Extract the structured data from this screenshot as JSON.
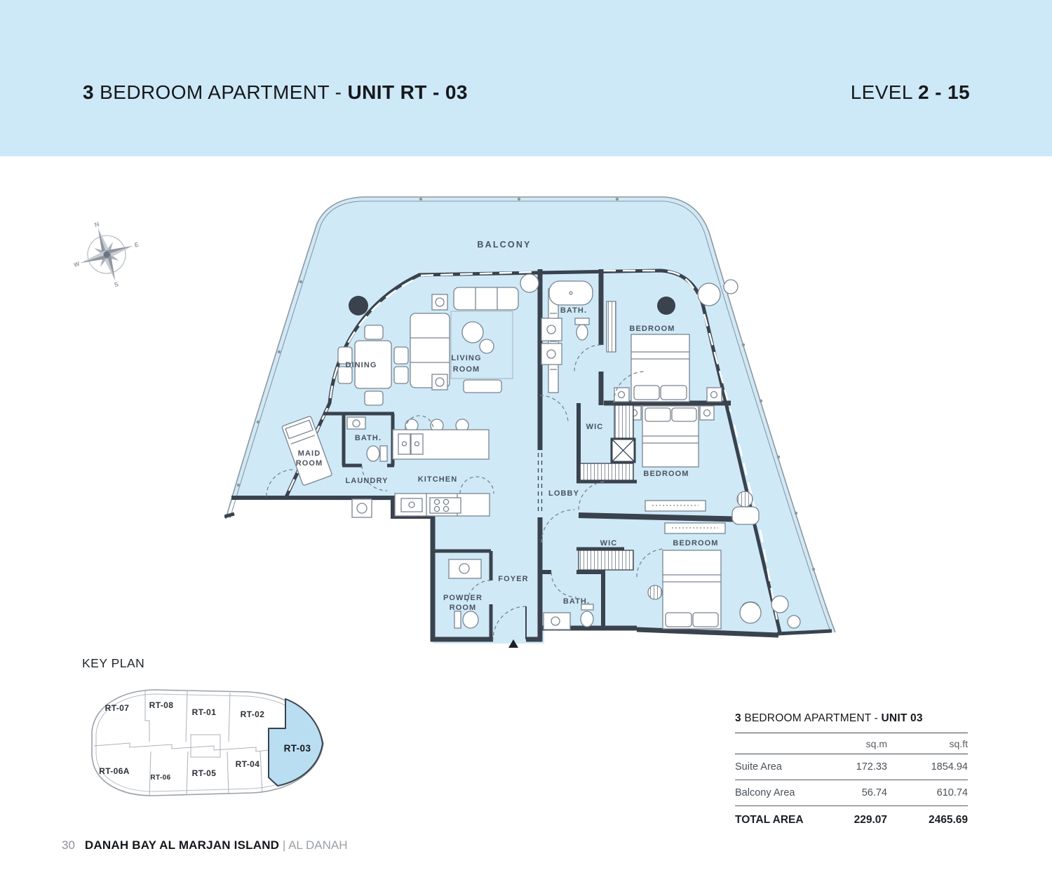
{
  "header": {
    "title_num": "3",
    "title_mid": " BEDROOM APARTMENT - ",
    "title_unit": "UNIT RT - 03",
    "level_word": "LEVEL ",
    "level_range": "2 - 15"
  },
  "compass": {
    "n": "N",
    "e": "E",
    "s": "S",
    "w": "W"
  },
  "floor_plan": {
    "rooms": {
      "balcony": "BALCONY",
      "dining": "DINING",
      "living1": "LIVING",
      "living2": "ROOM",
      "bath_top": "BATH.",
      "bedroom1": "BEDROOM",
      "wic1": "WIC",
      "bedroom2": "BEDROOM",
      "maid1": "MAID",
      "maid2": "ROOM",
      "bath_maid": "BATH.",
      "laundry": "LAUNDRY",
      "kitchen": "KITCHEN",
      "lobby": "LOBBY",
      "wic2": "WIC",
      "bedroom3": "BEDROOM",
      "foyer": "FOYER",
      "powder1": "POWDER",
      "powder2": "ROOM",
      "bath_bottom": "BATH."
    }
  },
  "key_plan": {
    "heading": "KEY PLAN",
    "units": [
      {
        "label": "RT-07"
      },
      {
        "label": "RT-08"
      },
      {
        "label": "RT-01"
      },
      {
        "label": "RT-02"
      },
      {
        "label": "RT-04"
      },
      {
        "label": "RT-05"
      },
      {
        "label": "RT-06"
      },
      {
        "label": "RT-06A"
      }
    ],
    "highlighted": {
      "label": "RT-03"
    }
  },
  "area_table": {
    "title_num": "3",
    "title_mid": " BEDROOM APARTMENT - ",
    "title_unit": "UNIT 03",
    "columns": {
      "sqm": "sq.m",
      "sqft": "sq.ft"
    },
    "rows": [
      {
        "label": "Suite Area",
        "sqm": "172.33",
        "sqft": "1854.94"
      },
      {
        "label": "Balcony Area",
        "sqm": "56.74",
        "sqft": "610.74"
      }
    ],
    "total": {
      "label": "TOTAL AREA",
      "sqm": "229.07",
      "sqft": "2465.69"
    }
  },
  "footer": {
    "page_number": "30",
    "project": "DANAH BAY AL MARJAN ISLAND",
    "separator": "| ",
    "area": "AL DANAH"
  },
  "colors": {
    "banner": "#cde8f6",
    "floor": "#cfe9f7",
    "wall": "#39424d",
    "highlight": "#b9ddf1"
  }
}
